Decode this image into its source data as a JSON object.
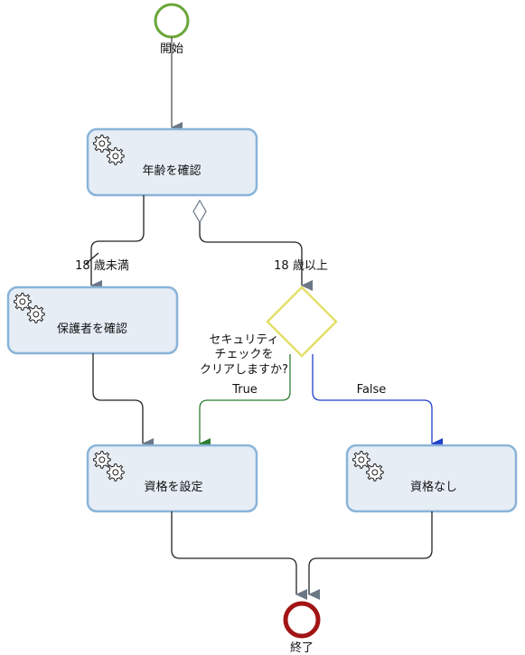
{
  "events": {
    "start_label": "開始",
    "end_label": "終了"
  },
  "tasks": {
    "check_age": "年齢を確認",
    "check_guardian": "保護者を確認",
    "set_eligibility": "資格を設定",
    "no_eligibility": "資格なし"
  },
  "flows": {
    "under_18": "18 歳未満",
    "over_18": "18 歳以上",
    "true_label": "True",
    "false_label": "False"
  },
  "gateway": {
    "question_line1": "セキュリティ",
    "question_line2": "チェックを",
    "question_line3": "クリアしますか?"
  },
  "colors": {
    "start_event": "#6aa638",
    "end_event": "#a31515",
    "gateway": "#e4e06a",
    "task_fill": "#e6edf5",
    "task_stroke": "#8ab4d8",
    "true_flow": "#2e7d32",
    "false_flow": "#1f3fc9",
    "default_flow": "#222222",
    "arrowhead": "#6b7785"
  },
  "icons": {
    "task_icon": "gears-icon"
  }
}
